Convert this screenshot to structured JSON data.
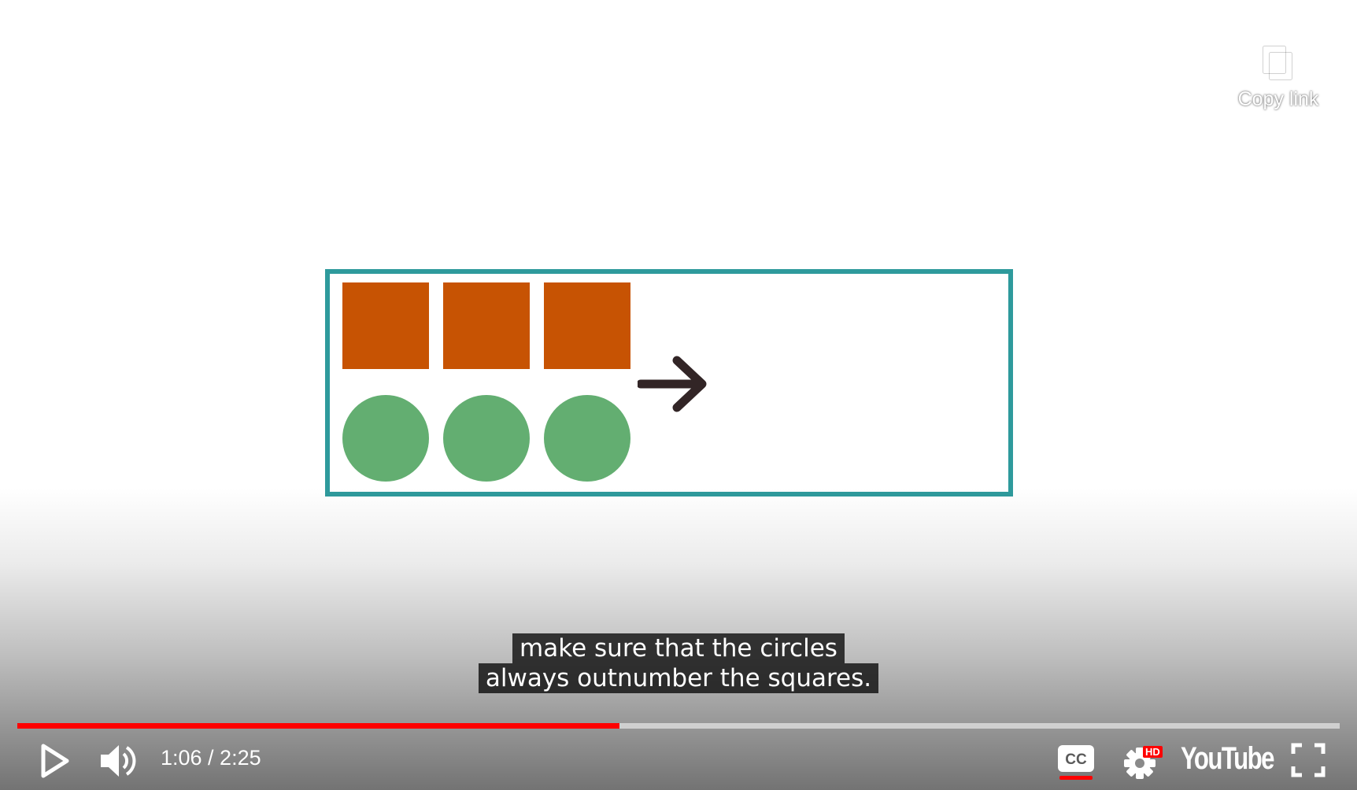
{
  "copy_link": {
    "label": "Copy link",
    "icon": "copy-icon"
  },
  "captions": {
    "lines": [
      "make sure that the circles",
      "always outnumber the squares."
    ]
  },
  "player": {
    "current_time": "1:06",
    "duration": "2:25",
    "time_display": "1:06 / 2:25",
    "progress_fraction": 0.4552,
    "hd_badge": "HD",
    "logo_text": "YouTube"
  },
  "icons": {
    "play": "play-icon",
    "volume": "volume-icon",
    "captions": "closed-captions-icon",
    "settings": "gear-icon",
    "fullscreen": "fullscreen-icon"
  },
  "colors": {
    "frame": "#2e9a9c",
    "square": "#c75303",
    "circle": "#63ae71",
    "arrow": "#322526",
    "progress": "#ff0000"
  },
  "scene": {
    "squares": 3,
    "circles": 3
  }
}
